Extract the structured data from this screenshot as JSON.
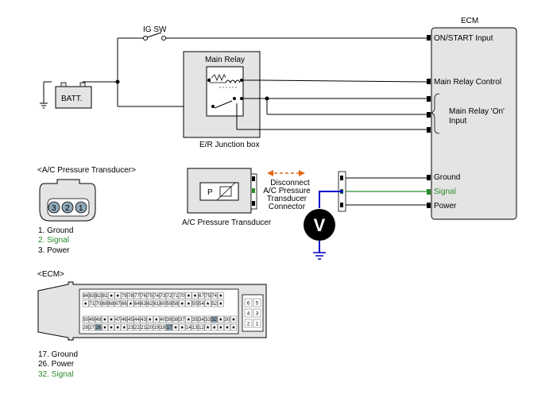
{
  "ecm": {
    "title": "ECM",
    "pins": {
      "on_start": "ON/START Input",
      "main_relay_control": "Main Relay Control",
      "main_relay_on_1": "Main Relay 'On'",
      "main_relay_on_2": "Input",
      "ground": "Ground",
      "signal": "Signal",
      "power": "Power"
    }
  },
  "ig_sw": "IG SW",
  "battery": "BATT.",
  "main_relay": "Main Relay",
  "junction_box": "E/R Junction box",
  "disconnect": [
    "Disconnect",
    "A/C Pressure",
    "Transducer",
    "Connector"
  ],
  "transducer": {
    "label": "A/C Pressure Transducer",
    "symbol": "P"
  },
  "voltmeter": "V",
  "transducer_connector": {
    "title": "<A/C Pressure Transducer>",
    "pins": [
      "3",
      "2",
      "1"
    ],
    "legend": [
      "1. Ground",
      "2. Signal",
      "3. Power"
    ]
  },
  "ecm_connector": {
    "title": "<ECM>",
    "legend": [
      "17. Ground",
      "26. Power",
      "32. Signal"
    ],
    "top_row1": [
      "84",
      "83",
      "82",
      "81",
      "★",
      "★",
      "79",
      "78",
      "77",
      "76",
      "75",
      "74",
      "73",
      "72",
      "71",
      "70",
      "★",
      "★",
      "67",
      "75",
      "74",
      "★"
    ],
    "top_row2": [
      "★",
      "71",
      "70",
      "69",
      "68",
      "67",
      "66",
      "★",
      "64",
      "63",
      "62",
      "61",
      "60",
      "59",
      "58",
      "★",
      "★",
      "55",
      "54",
      "★",
      "52",
      "★"
    ],
    "bottom_row1": [
      "50",
      "49",
      "48",
      "★",
      "★",
      "47",
      "46",
      "45",
      "44",
      "43",
      "★",
      "★",
      "40",
      "39",
      "38",
      "37",
      "★",
      "35",
      "34",
      "33",
      "32",
      "★",
      "30",
      "★"
    ],
    "bottom_row2": [
      "28",
      "27",
      "26",
      "★",
      "★",
      "★",
      "★",
      "23",
      "22",
      "21",
      "20",
      "19",
      "18",
      "17",
      "★",
      "★",
      "14",
      "13",
      "12",
      "★",
      "★",
      "★",
      "★",
      "★"
    ],
    "side": [
      "6",
      "5",
      "4",
      "3",
      "2",
      "1"
    ]
  },
  "colors": {
    "signal": "#2a8a2a",
    "meter_wire": "#0000cc",
    "arrow": "#e06a1a"
  }
}
